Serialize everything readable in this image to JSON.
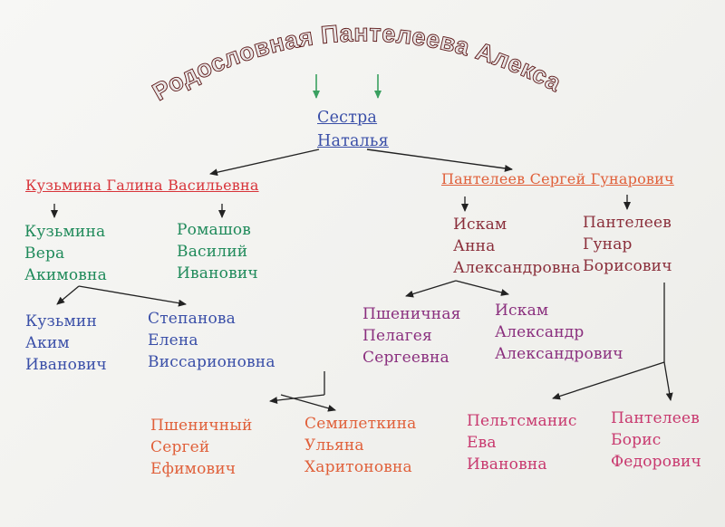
{
  "title": "Родословная Пантелеева Александра",
  "colors": {
    "title": "#7a2020",
    "arrow": "#3aa060",
    "line": "#222222"
  },
  "sister": {
    "line1": "Сестра",
    "line2": "Наталья"
  },
  "mother": {
    "name": "Кузьмина Галина Васильевна"
  },
  "father": {
    "name": "Пантелеев Сергей Гунарович"
  },
  "maternal_grandmother": {
    "line1": "Кузьмина",
    "line2": "Вера",
    "line3": "Акимовна"
  },
  "maternal_grandfather": {
    "line1": "Ромашов",
    "line2": "Василий",
    "line3": "Иванович"
  },
  "paternal_grandmother": {
    "line1": "Искам",
    "line2": "Анна",
    "line3": "Александровна"
  },
  "paternal_grandfather": {
    "line1": "Пантелеев",
    "line2": "Гунар",
    "line3": "Борисович"
  },
  "mgm_father": {
    "line1": "Кузьмин",
    "line2": "Аким",
    "line3": "Иванович"
  },
  "mgm_mother": {
    "line1": "Степанова",
    "line2": "Елена",
    "line3": "Виссарионовна"
  },
  "pgm_mother": {
    "line1": "Пшеничная",
    "line2": "Пелагея",
    "line3": "Сергеевна"
  },
  "pgm_father": {
    "line1": "Искам",
    "line2": "Александр",
    "line3": "Александрович"
  },
  "pshen_father": {
    "line1": "Пшеничный",
    "line2": "Сергей",
    "line3": "Ефимович"
  },
  "pshen_mother": {
    "line1": "Семилеткина",
    "line2": "Ульяна",
    "line3": "Харитоновна"
  },
  "pgf_mother": {
    "line1": "Пельтсманис",
    "line2": "Ева",
    "line3": "Ивановна"
  },
  "pgf_father": {
    "line1": "Пантелеев",
    "line2": "Борис",
    "line3": "Федорович"
  }
}
